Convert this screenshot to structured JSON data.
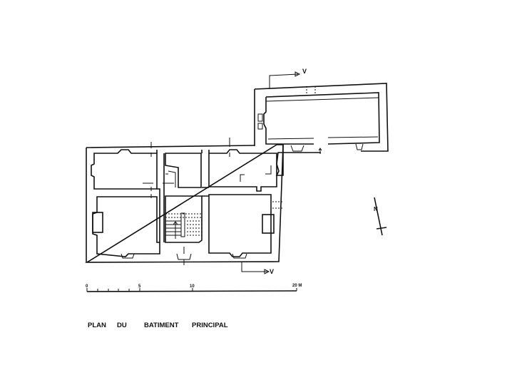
{
  "title": "PLAN DU BATIMENT PRINCIPAL",
  "title_words": [
    "PLAN",
    "DU",
    "BATIMENT",
    "PRINCIPAL"
  ],
  "scale_bar": {
    "ticks": [
      "0",
      "5",
      "10",
      "20 M"
    ],
    "unit": "M"
  },
  "section_marks": [
    "V",
    "V"
  ],
  "north_label": "N",
  "colors": {
    "ink": "#111111",
    "paper": "#ffffff"
  }
}
